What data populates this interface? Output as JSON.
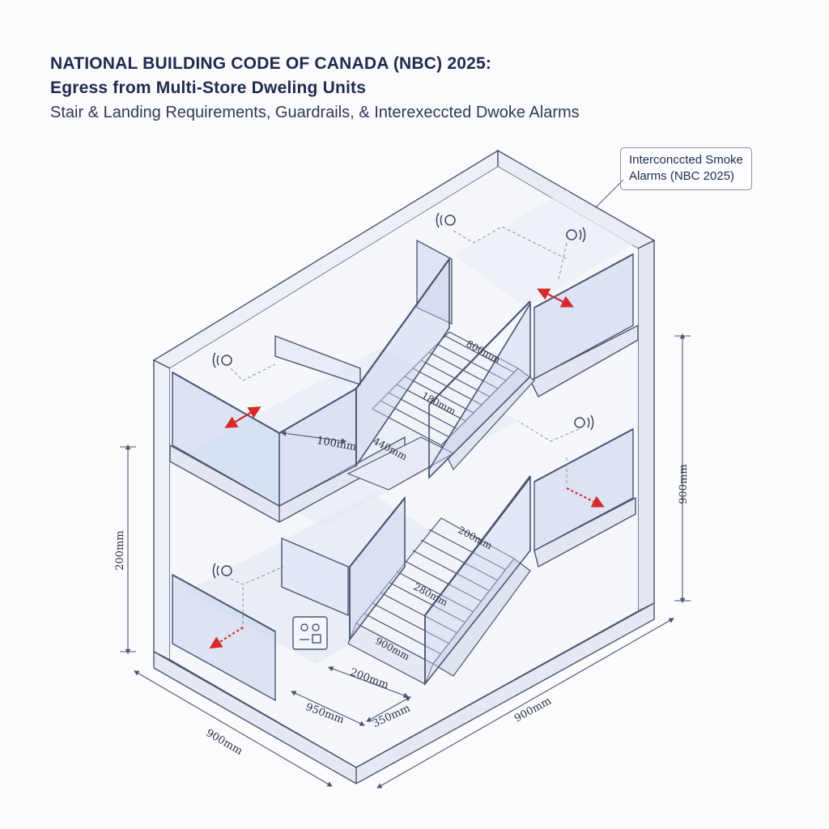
{
  "header": {
    "title": "NATIONAL BUILDING CODE OF CANADA (NBC) 2025:",
    "subtitle_bold": "Egress from Multi-Store Dweling Units",
    "subtitle": "Stair & Landing Requirements, Guardrails, & Interexeccted Dwoke Alarms"
  },
  "callout": {
    "line1": "Interconccted Smoke",
    "line2": "Alarms (NBC 2025)"
  },
  "dimensions": {
    "right_height": "900mm",
    "left_height": "200mm",
    "bottom_left_width": "900mm",
    "bottom_right_width": "900mm",
    "landing_width": "100mm",
    "floor_a": "200mm",
    "floor_b": "950mm",
    "floor_c": "350mm"
  },
  "stair_labels": {
    "upper_top": "800mm",
    "upper_mid": "180mm",
    "upper_low": "440mm",
    "lower_top": "200mm",
    "lower_mid": "280mm",
    "lower_low": "900mm"
  },
  "colors": {
    "line": "#4a5570",
    "glass": "#c9d3f0",
    "arrow": "#d42a2a",
    "title": "#1f2a4d"
  },
  "icons": [
    "smoke-alarm-icon",
    "control-panel-icon",
    "egress-arrow-icon"
  ]
}
